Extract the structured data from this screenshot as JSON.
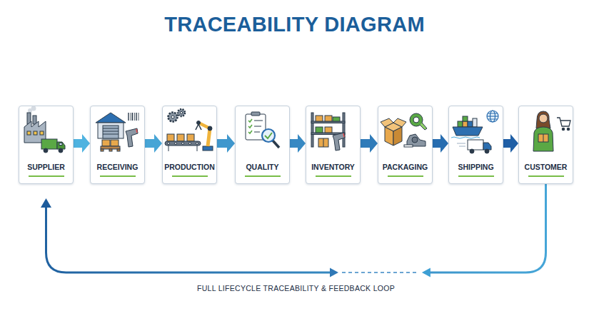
{
  "diagram": {
    "title": "TRACEABILITY DIAGRAM",
    "nodes": [
      {
        "text": [
          "SUPPLIER"
        ]
      },
      {
        "text": [
          "RECEIVING"
        ]
      },
      {
        "text": [
          "PRODUCTION"
        ]
      },
      {
        "text": [
          "QUALITY"
        ]
      },
      {
        "text": [
          "INVENTORY"
        ]
      },
      {
        "text": [
          "PACKAGING"
        ]
      },
      {
        "text": [
          "SHIPPING"
        ]
      },
      {
        "text": [
          "CUSTOMER"
        ]
      }
    ],
    "edges": [
      {
        "from": 0,
        "to": 1,
        "arrow": "to"
      },
      {
        "from": 1,
        "to": 2,
        "arrow": "to"
      },
      {
        "from": 2,
        "to": 3,
        "arrow": "to"
      },
      {
        "from": 3,
        "to": 4,
        "arrow": "to"
      },
      {
        "from": 4,
        "to": 5,
        "arrow": "to"
      },
      {
        "from": 5,
        "to": 6,
        "arrow": "to"
      },
      {
        "from": 6,
        "to": 7,
        "arrow": "to"
      },
      {
        "from": 7,
        "to": 0,
        "arrow": "to",
        "label": "FULL LIFECYCLE TRACEABILITY & FEEDBACK LOOP"
      }
    ]
  }
}
